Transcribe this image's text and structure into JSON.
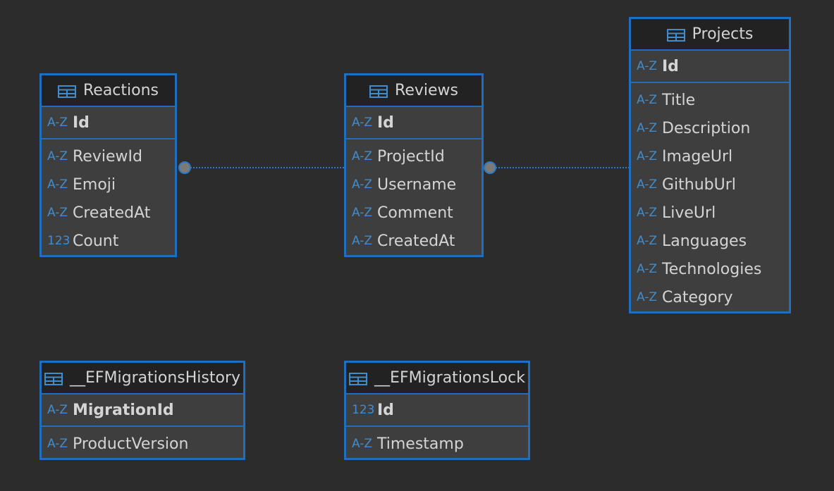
{
  "tables": {
    "reactions": {
      "title": "Reactions",
      "pk": {
        "type": "A-Z",
        "name": "Id"
      },
      "columns": [
        {
          "type": "A-Z",
          "name": "ReviewId"
        },
        {
          "type": "A-Z",
          "name": "Emoji"
        },
        {
          "type": "A-Z",
          "name": "CreatedAt"
        },
        {
          "type": "123",
          "name": "Count"
        }
      ]
    },
    "reviews": {
      "title": "Reviews",
      "pk": {
        "type": "A-Z",
        "name": "Id"
      },
      "columns": [
        {
          "type": "A-Z",
          "name": "ProjectId"
        },
        {
          "type": "A-Z",
          "name": "Username"
        },
        {
          "type": "A-Z",
          "name": "Comment"
        },
        {
          "type": "A-Z",
          "name": "CreatedAt"
        }
      ]
    },
    "projects": {
      "title": "Projects",
      "pk": {
        "type": "A-Z",
        "name": "Id"
      },
      "columns": [
        {
          "type": "A-Z",
          "name": "Title"
        },
        {
          "type": "A-Z",
          "name": "Description"
        },
        {
          "type": "A-Z",
          "name": "ImageUrl"
        },
        {
          "type": "A-Z",
          "name": "GithubUrl"
        },
        {
          "type": "A-Z",
          "name": "LiveUrl"
        },
        {
          "type": "A-Z",
          "name": "Languages"
        },
        {
          "type": "A-Z",
          "name": "Technologies"
        },
        {
          "type": "A-Z",
          "name": "Category"
        }
      ]
    },
    "ef_history": {
      "title": "__EFMigrationsHistory",
      "pk": {
        "type": "A-Z",
        "name": "MigrationId"
      },
      "columns": [
        {
          "type": "A-Z",
          "name": "ProductVersion"
        }
      ]
    },
    "ef_lock": {
      "title": "__EFMigrationsLock",
      "pk": {
        "type": "123",
        "name": "Id"
      },
      "columns": [
        {
          "type": "A-Z",
          "name": "Timestamp"
        }
      ]
    }
  },
  "relationships": [
    {
      "from": "Reactions.ReviewId",
      "to": "Reviews.Id"
    },
    {
      "from": "Reviews.ProjectId",
      "to": "Projects.Id"
    }
  ],
  "colors": {
    "background": "#2c2c2c",
    "border": "#1e6fc0",
    "header": "#222222",
    "body": "#3e3e3e",
    "type_icon": "#3b8ed3",
    "connector": "#2f79c4",
    "connector_dot": "#7a7a7a"
  }
}
